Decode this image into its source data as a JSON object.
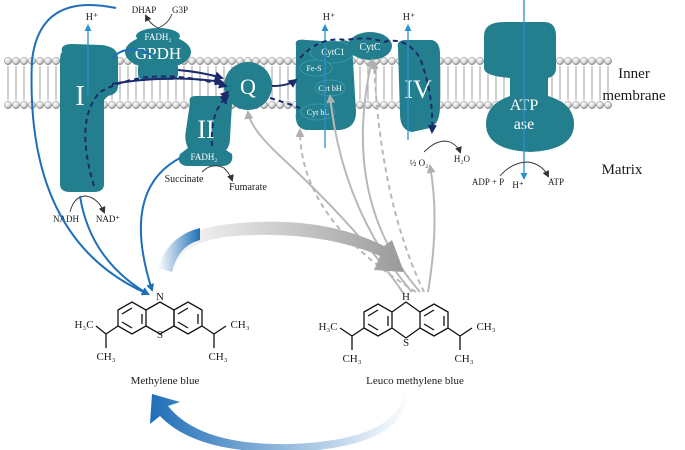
{
  "complexes": {
    "c1": "I",
    "c2": "II",
    "gpdh": "GPDH",
    "q": "Q",
    "c4": "IV",
    "atp": [
      "ATP",
      "ase"
    ],
    "cyt_c1": "CytC1",
    "cyt_c": "CytC",
    "fes": "Fe-S",
    "cyt_bh": "Cyt bH",
    "cyt_bl": "Cyt bL"
  },
  "labels": {
    "inner_membrane": [
      "Inner",
      "membrane"
    ],
    "matrix": "Matrix",
    "hplus": "H⁺",
    "dhap": "DHAP",
    "g3p": "G3P",
    "fadh2": "FADH₂",
    "nadh": "NADH",
    "nad": "NAD⁺",
    "succinate": "Succinate",
    "fumarate": "Fumarate",
    "half_o2": "½ O₂",
    "h2o": "H₂O",
    "adp_p": "ADP + P",
    "atp_out": "ATP"
  },
  "molecules": {
    "mb_caption": "Methylene blue",
    "lmb_caption": "Leuco methylene blue",
    "n": "N",
    "s": "S",
    "nh": "H",
    "h3c": "H₃C",
    "ch3": "CH₃"
  },
  "colors": {
    "protein": "#237e8d",
    "blue_arrow": "#1f6fb8",
    "navy_dashed": "#1a2a6c",
    "gray_arrow": "#b8b8b8"
  }
}
